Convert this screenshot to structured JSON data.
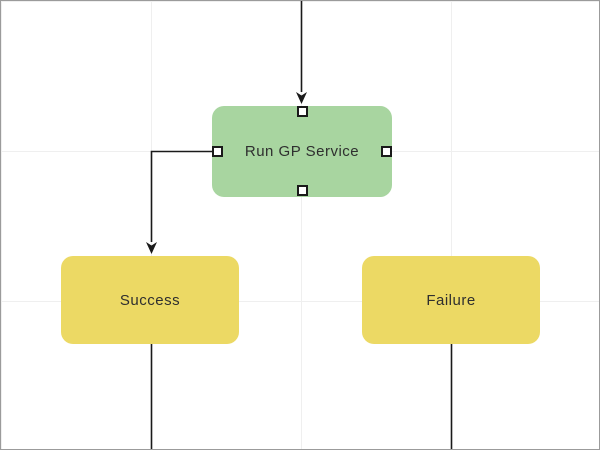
{
  "colors": {
    "canvas-bg": "#ffffff",
    "canvas-border": "#9b9b9b",
    "grid": "#efefef",
    "edge": "#1a1a1a",
    "text": "#2f2f2f",
    "node-green": "#a8d5a0",
    "node-yellow": "#ecd964"
  },
  "diagram": {
    "nodes": [
      {
        "id": "run-gp-service",
        "label": "Run GP Service",
        "kind": "process",
        "color": "green",
        "selected": true
      },
      {
        "id": "success",
        "label": "Success",
        "kind": "result",
        "color": "yellow",
        "selected": false
      },
      {
        "id": "failure",
        "label": "Failure",
        "kind": "result",
        "color": "yellow",
        "selected": false
      }
    ],
    "edges": [
      {
        "from": "offscreen-top",
        "to": "run-gp-service",
        "arrow": true
      },
      {
        "from": "run-gp-service",
        "to": "success",
        "arrow": true
      },
      {
        "from": "success",
        "to": "offscreen-bottom",
        "arrow": false
      },
      {
        "from": "failure",
        "to": "offscreen-bottom",
        "arrow": false
      }
    ]
  }
}
